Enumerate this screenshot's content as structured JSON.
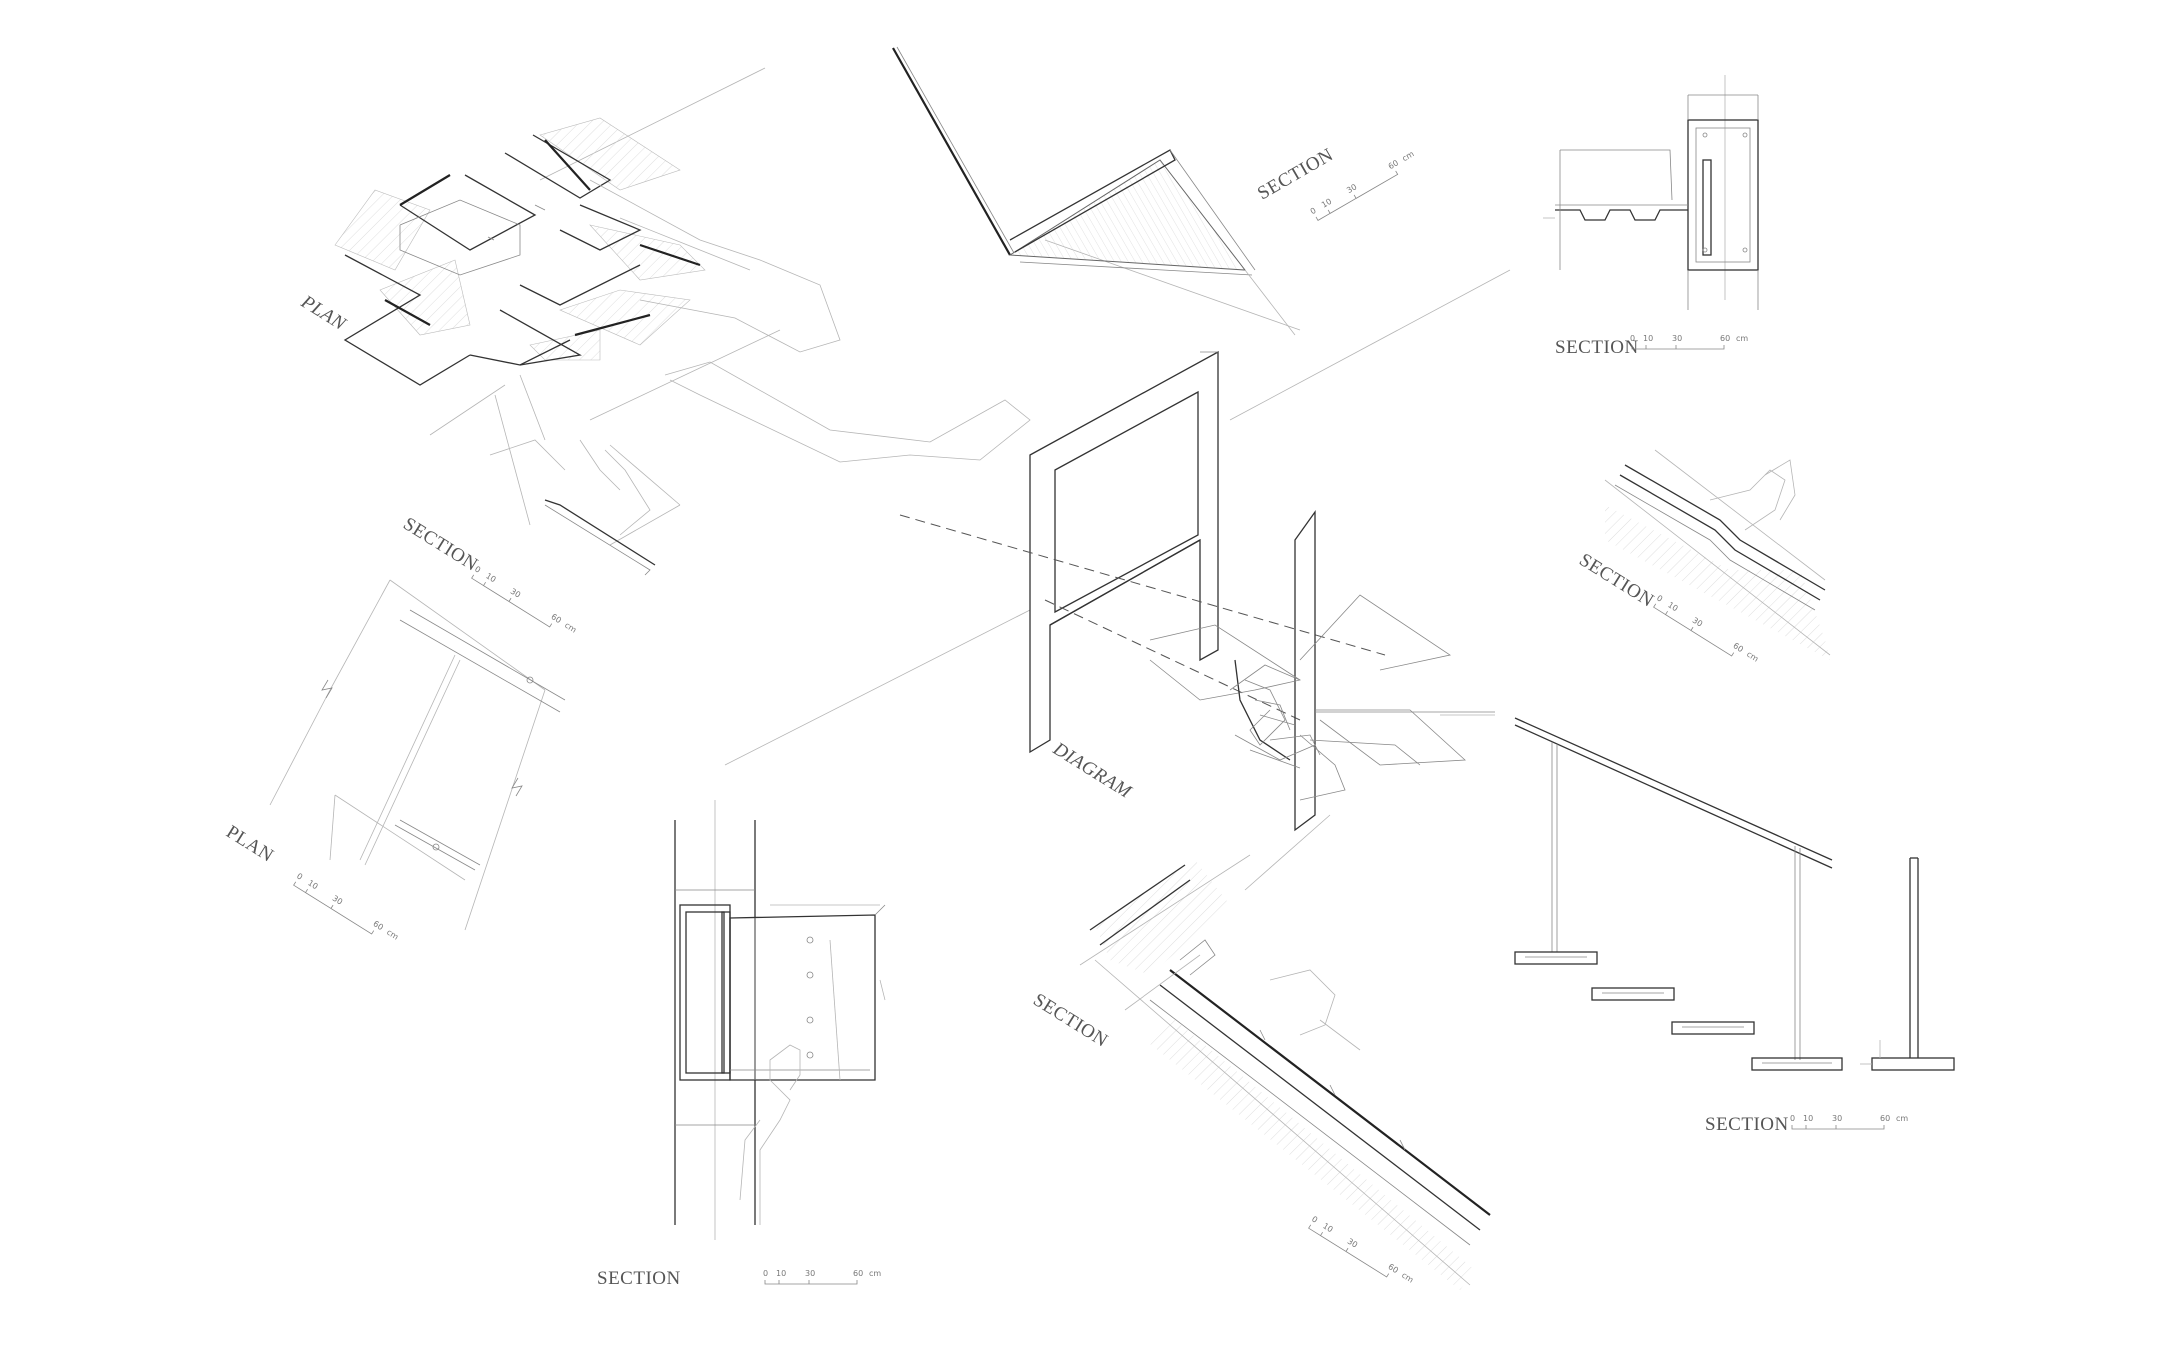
{
  "labels": {
    "plan_top": "PLAN",
    "plan_left": "PLAN",
    "diagram": "DIAGRAM",
    "section_top_center": "SECTION",
    "section_top_right": "SECTION",
    "section_left": "SECTION",
    "section_right_middle": "SECTION",
    "section_bottom_left": "SECTION",
    "section_bottom_center": "SECTION",
    "section_bottom_right": "SECTION"
  },
  "scale_bar": {
    "ticks": [
      "0",
      "10",
      "30",
      "60"
    ],
    "unit": "cm"
  }
}
